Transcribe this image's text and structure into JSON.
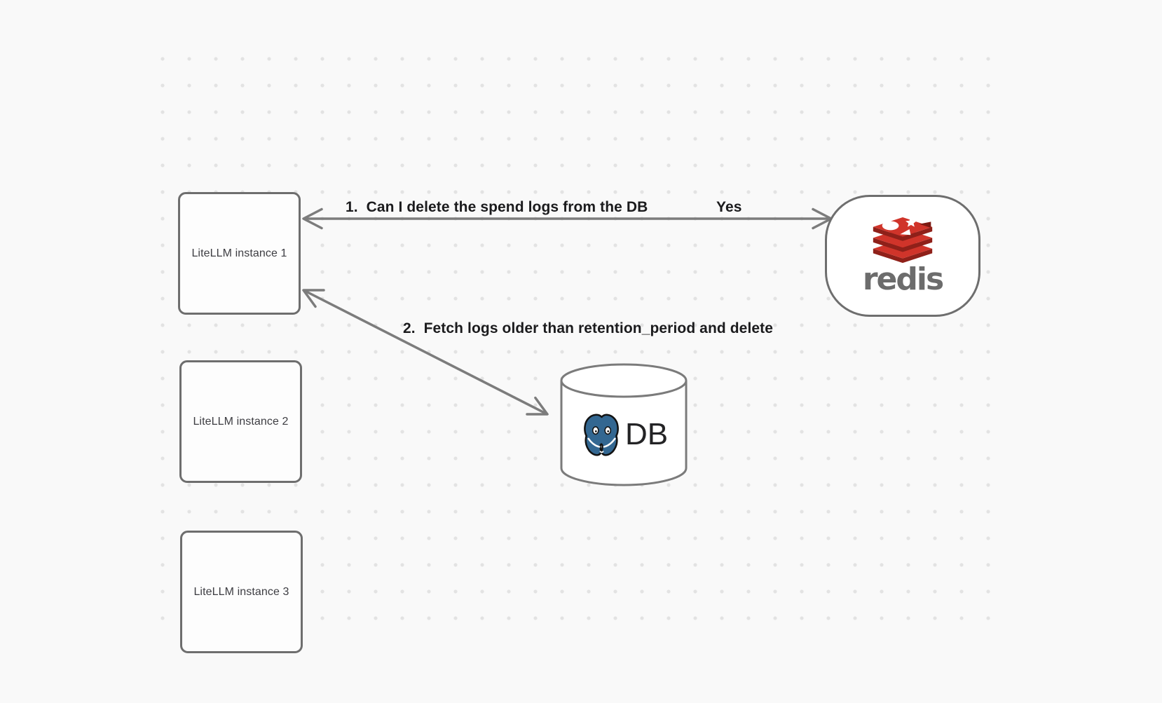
{
  "canvas": {
    "background_color": "#f9f9f9",
    "dot_color": "#e3e3e3",
    "stroke_color": "#6e6e6e",
    "arrow_color": "#7c7c7c"
  },
  "nodes": {
    "litellm_instances": [
      {
        "label": "LiteLLM instance 1"
      },
      {
        "label": "LiteLLM instance 2"
      },
      {
        "label": "LiteLLM instance 3"
      }
    ],
    "redis": {
      "wordmark": "redis",
      "logo_icon": "redis-logo",
      "colors": {
        "red": "#d0342a",
        "dark_red": "#8f2019",
        "wordmark_gray": "#6c6c6c"
      }
    },
    "db": {
      "label": "DB",
      "logo_icon": "postgresql-elephant",
      "colors": {
        "elephant_blue": "#336791"
      }
    }
  },
  "arrows": [
    {
      "label": "1.  Can I delete the spend logs from the DB",
      "response_label": "Yes",
      "from": "LiteLLM instance 1",
      "to": "redis",
      "double_headed": true
    },
    {
      "label": "2.  Fetch logs older than retention_period and delete",
      "from": "LiteLLM instance 1",
      "to": "DB",
      "double_headed": true
    }
  ]
}
